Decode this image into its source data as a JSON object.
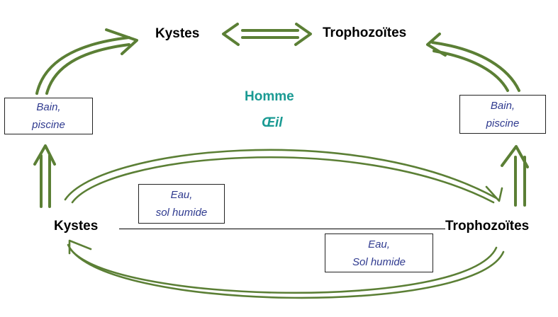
{
  "top": {
    "left_label": "Kystes",
    "right_label": "Trophozoïtes"
  },
  "bottom": {
    "left_label": "Kystes",
    "right_label": "Trophozoïtes"
  },
  "center": {
    "host": "Homme",
    "organ": "Œil"
  },
  "boxes": {
    "left": {
      "line1": "Bain,",
      "line2": "piscine"
    },
    "right": {
      "line1": "Bain,",
      "line2": "piscine"
    },
    "water_top": {
      "line1": "Eau,",
      "line2": "sol humide"
    },
    "water_bottom": {
      "line1": "Eau,",
      "line2": "Sol humide"
    }
  },
  "colors": {
    "arrow": "#5b7f35",
    "center_text": "#1a9a93",
    "box_text": "#2f3a8f"
  }
}
